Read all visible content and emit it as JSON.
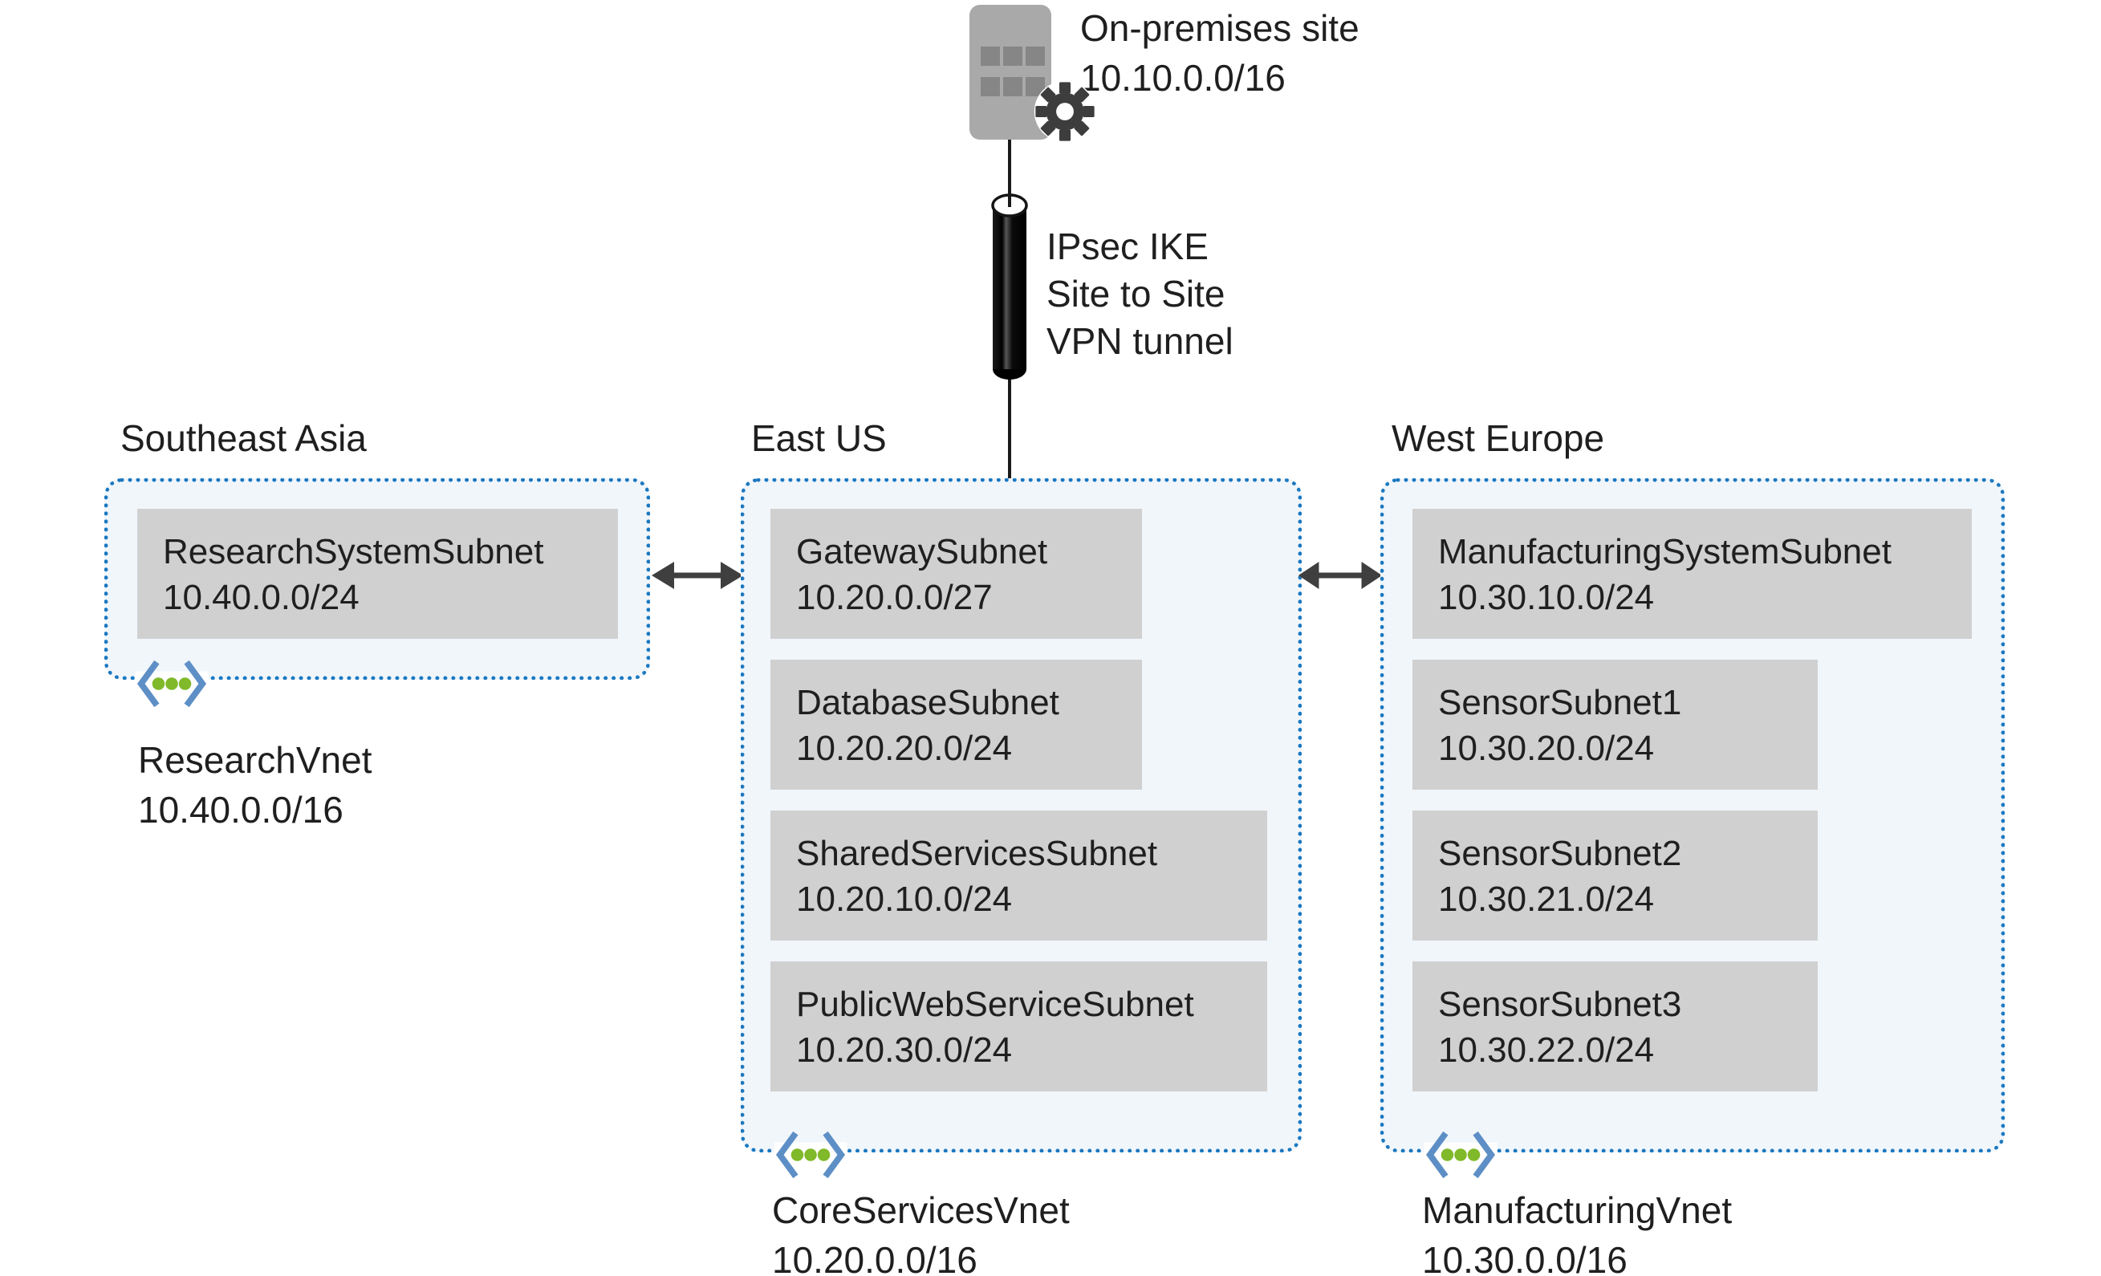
{
  "onprem": {
    "name": "On-premises site",
    "cidr": "10.10.0.0/16"
  },
  "tunnel": {
    "line1": "IPsec IKE",
    "line2": "Site to Site",
    "line3": "VPN tunnel"
  },
  "regions": [
    {
      "name": "Southeast Asia",
      "vnet": {
        "name": "ResearchVnet",
        "cidr": "10.40.0.0/16"
      },
      "subnets": [
        {
          "name": "ResearchSystemSubnet",
          "cidr": "10.40.0.0/24"
        }
      ]
    },
    {
      "name": "East US",
      "vnet": {
        "name": "CoreServicesVnet",
        "cidr": "10.20.0.0/16"
      },
      "subnets": [
        {
          "name": "GatewaySubnet",
          "cidr": "10.20.0.0/27"
        },
        {
          "name": "DatabaseSubnet",
          "cidr": "10.20.20.0/24"
        },
        {
          "name": "SharedServicesSubnet",
          "cidr": "10.20.10.0/24"
        },
        {
          "name": "PublicWebServiceSubnet",
          "cidr": "10.20.30.0/24"
        }
      ]
    },
    {
      "name": "West Europe",
      "vnet": {
        "name": "ManufacturingVnet",
        "cidr": "10.30.0.0/16"
      },
      "subnets": [
        {
          "name": "ManufacturingSystemSubnet",
          "cidr": "10.30.10.0/24"
        },
        {
          "name": "SensorSubnet1",
          "cidr": "10.30.20.0/24"
        },
        {
          "name": "SensorSubnet2",
          "cidr": "10.30.21.0/24"
        },
        {
          "name": "SensorSubnet3",
          "cidr": "10.30.22.0/24"
        }
      ]
    }
  ],
  "colors": {
    "region_fill": "#f1f6fb",
    "region_border": "#1b78c0",
    "subnet_fill": "#d0d0d0",
    "text": "#1f1f1f",
    "building_body": "#a9a9a9",
    "building_window": "#868686",
    "gear": "#3d3d3d",
    "tunnel_cylinder": "#0a0a0a",
    "peering_arrow": "#3f3f3f",
    "vnet_icon_bracket": "#5d8fc6",
    "vnet_icon_dot": "#80b929"
  }
}
